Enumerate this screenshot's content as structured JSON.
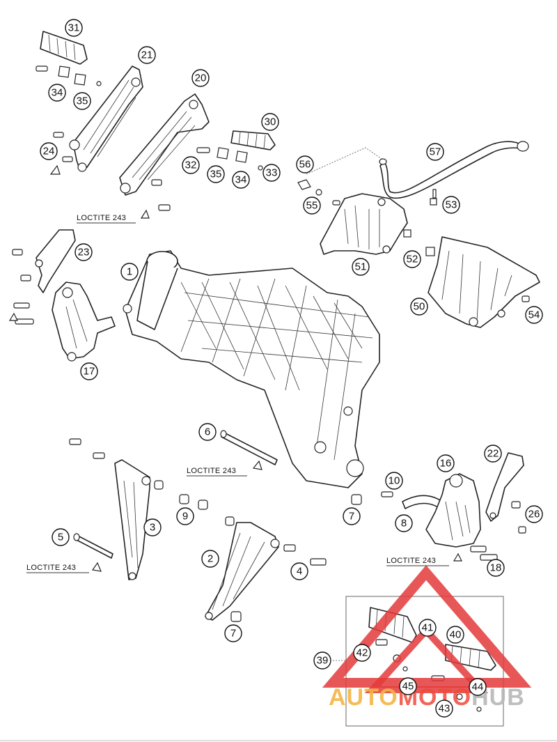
{
  "callouts": [
    {
      "label": "31"
    },
    {
      "label": "21"
    },
    {
      "label": "34"
    },
    {
      "label": "35"
    },
    {
      "label": "20"
    },
    {
      "label": "24"
    },
    {
      "label": "30"
    },
    {
      "label": "32"
    },
    {
      "label": "35"
    },
    {
      "label": "34"
    },
    {
      "label": "33"
    },
    {
      "label": "57"
    },
    {
      "label": "56"
    },
    {
      "label": "55"
    },
    {
      "label": "53"
    },
    {
      "label": "51"
    },
    {
      "label": "52"
    },
    {
      "label": "50"
    },
    {
      "label": "54"
    },
    {
      "label": "23"
    },
    {
      "label": "1"
    },
    {
      "label": "17"
    },
    {
      "label": "6"
    },
    {
      "label": "16"
    },
    {
      "label": "22"
    },
    {
      "label": "10"
    },
    {
      "label": "3"
    },
    {
      "label": "9"
    },
    {
      "label": "7"
    },
    {
      "label": "8"
    },
    {
      "label": "26"
    },
    {
      "label": "5"
    },
    {
      "label": "2"
    },
    {
      "label": "4"
    },
    {
      "label": "18"
    },
    {
      "label": "7"
    },
    {
      "label": "41"
    },
    {
      "label": "40"
    },
    {
      "label": "42"
    },
    {
      "label": "39"
    },
    {
      "label": "45"
    },
    {
      "label": "44"
    },
    {
      "label": "43"
    }
  ],
  "loctite_notes": [
    {
      "text": "LOCTITE 243"
    },
    {
      "text": "LOCTITE 243"
    },
    {
      "text": "LOCTITE 243"
    },
    {
      "text": "LOCTITE 243"
    }
  ],
  "watermark": {
    "part1": "AUTO",
    "part2": "MOTO",
    "part3": "HUB",
    "colors": {
      "auto": "#f5b544",
      "moto": "#ef4a3a",
      "hub": "#b8b8b8",
      "triangle": "#e33a3a"
    }
  }
}
